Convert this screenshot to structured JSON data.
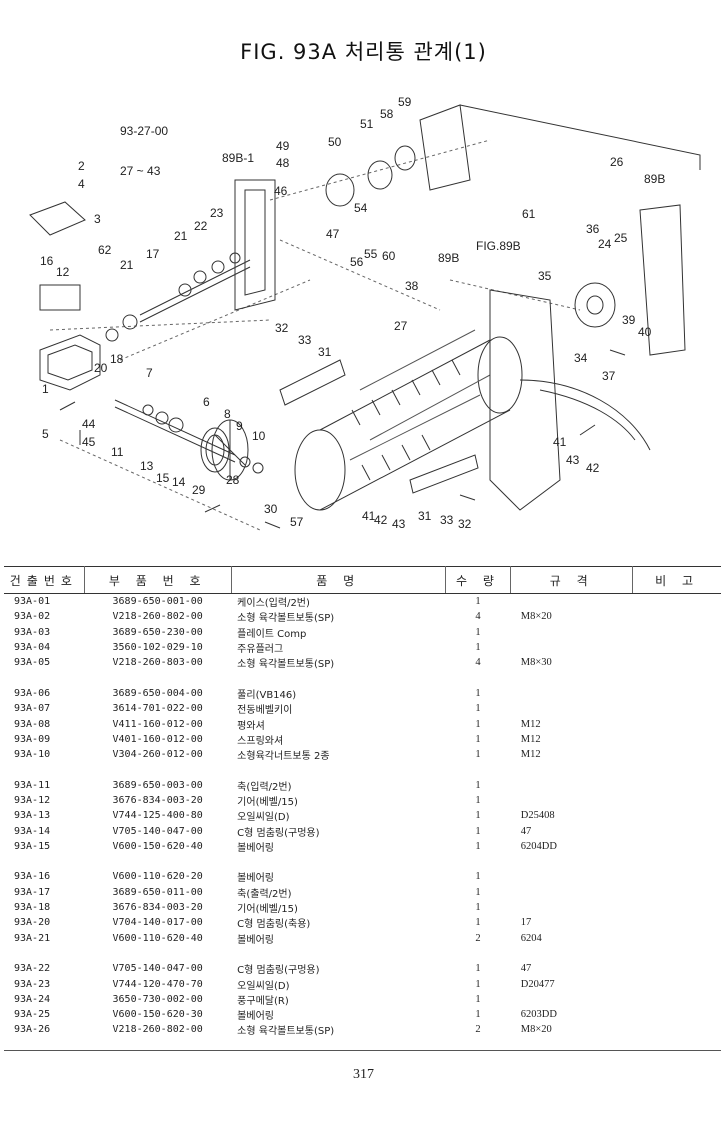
{
  "title": "FIG. 93A 처리통 관계(1)",
  "diagram_labels": {
    "l93_27_00": "93-27-00",
    "l27_43": "27 ~ 43",
    "l89B1": "89B-1",
    "l89B_a": "89B",
    "l89B_b": "89B",
    "lFIG89B": "FIG.89B",
    "l1": "1",
    "l2": "2",
    "l3": "3",
    "l4": "4",
    "l5": "5",
    "l6": "6",
    "l7": "7",
    "l8": "8",
    "l9": "9",
    "l10": "10",
    "l11": "11",
    "l12": "12",
    "l13": "13",
    "l14": "14",
    "l15": "15",
    "l16": "16",
    "l17": "17",
    "l18": "18",
    "l20": "20",
    "l21a": "21",
    "l21b": "21",
    "l22": "22",
    "l23": "23",
    "l24": "24",
    "l25": "25",
    "l26": "26",
    "l27": "27",
    "l28": "28",
    "l29": "29",
    "l30": "30",
    "l31a": "31",
    "l31b": "31",
    "l32a": "32",
    "l32b": "32",
    "l33a": "33",
    "l33b": "33",
    "l34": "34",
    "l35": "35",
    "l36": "36",
    "l37": "37",
    "l38": "38",
    "l39": "39",
    "l40": "40",
    "l41a": "41",
    "l41b": "41",
    "l42a": "42",
    "l42b": "42",
    "l43a": "43",
    "l43b": "43",
    "l44": "44",
    "l45": "45",
    "l46": "46",
    "l47": "47",
    "l48": "48",
    "l49": "49",
    "l50": "50",
    "l51": "51",
    "l54": "54",
    "l55": "55",
    "l56": "56",
    "l57": "57",
    "l58": "58",
    "l59": "59",
    "l60": "60",
    "l61": "61",
    "l62": "62"
  },
  "table": {
    "headers": [
      "건출번호",
      "부 품 번 호",
      "품 명",
      "수 량",
      "규 격",
      "비 고"
    ],
    "groups": [
      [
        {
          "no": "93A-01",
          "pn": "3689-650-001-00",
          "name": "케이스(입력/2번)",
          "qty": "1",
          "spec": ""
        },
        {
          "no": "93A-02",
          "pn": "V218-260-802-00",
          "name": "소형 육각볼트보통(SP)",
          "qty": "4",
          "spec": "M8×20"
        },
        {
          "no": "93A-03",
          "pn": "3689-650-230-00",
          "name": "플레이트 Comp",
          "qty": "1",
          "spec": ""
        },
        {
          "no": "93A-04",
          "pn": "3560-102-029-10",
          "name": "주유플러그",
          "qty": "1",
          "spec": ""
        },
        {
          "no": "93A-05",
          "pn": "V218-260-803-00",
          "name": "소형 육각볼트보통(SP)",
          "qty": "4",
          "spec": "M8×30"
        }
      ],
      [
        {
          "no": "93A-06",
          "pn": "3689-650-004-00",
          "name": "풀리(VB146)",
          "qty": "1",
          "spec": ""
        },
        {
          "no": "93A-07",
          "pn": "3614-701-022-00",
          "name": "전동베벨키이",
          "qty": "1",
          "spec": ""
        },
        {
          "no": "93A-08",
          "pn": "V411-160-012-00",
          "name": "평와셔",
          "qty": "1",
          "spec": "M12"
        },
        {
          "no": "93A-09",
          "pn": "V401-160-012-00",
          "name": "스프링와셔",
          "qty": "1",
          "spec": "M12"
        },
        {
          "no": "93A-10",
          "pn": "V304-260-012-00",
          "name": "소형육각너트보통 2종",
          "qty": "1",
          "spec": "M12"
        }
      ],
      [
        {
          "no": "93A-11",
          "pn": "3689-650-003-00",
          "name": "축(입력/2번)",
          "qty": "1",
          "spec": ""
        },
        {
          "no": "93A-12",
          "pn": "3676-834-003-20",
          "name": "기어(베벨/15)",
          "qty": "1",
          "spec": ""
        },
        {
          "no": "93A-13",
          "pn": "V744-125-400-80",
          "name": "오일씨일(D)",
          "qty": "1",
          "spec": "D25408"
        },
        {
          "no": "93A-14",
          "pn": "V705-140-047-00",
          "name": "C형 멈춤링(구멍용)",
          "qty": "1",
          "spec": "47"
        },
        {
          "no": "93A-15",
          "pn": "V600-150-620-40",
          "name": "볼베어링",
          "qty": "1",
          "spec": "6204DD"
        }
      ],
      [
        {
          "no": "93A-16",
          "pn": "V600-110-620-20",
          "name": "볼베어링",
          "qty": "1",
          "spec": ""
        },
        {
          "no": "93A-17",
          "pn": "3689-650-011-00",
          "name": "축(출력/2번)",
          "qty": "1",
          "spec": ""
        },
        {
          "no": "93A-18",
          "pn": "3676-834-003-20",
          "name": "기어(베벨/15)",
          "qty": "1",
          "spec": ""
        },
        {
          "no": "93A-20",
          "pn": "V704-140-017-00",
          "name": "C형 멈춤링(축용)",
          "qty": "1",
          "spec": "17"
        },
        {
          "no": "93A-21",
          "pn": "V600-110-620-40",
          "name": "볼베어링",
          "qty": "2",
          "spec": "6204"
        }
      ],
      [
        {
          "no": "93A-22",
          "pn": "V705-140-047-00",
          "name": "C형 멈춤링(구멍용)",
          "qty": "1",
          "spec": "47"
        },
        {
          "no": "93A-23",
          "pn": "V744-120-470-70",
          "name": "오일씨일(D)",
          "qty": "1",
          "spec": "D20477"
        },
        {
          "no": "93A-24",
          "pn": "3650-730-002-00",
          "name": "풍구메달(R)",
          "qty": "1",
          "spec": ""
        },
        {
          "no": "93A-25",
          "pn": "V600-150-620-30",
          "name": "볼베어링",
          "qty": "1",
          "spec": "6203DD"
        },
        {
          "no": "93A-26",
          "pn": "V218-260-802-00",
          "name": "소형 육각볼트보통(SP)",
          "qty": "2",
          "spec": "M8×20"
        }
      ]
    ]
  },
  "page_number": "317"
}
